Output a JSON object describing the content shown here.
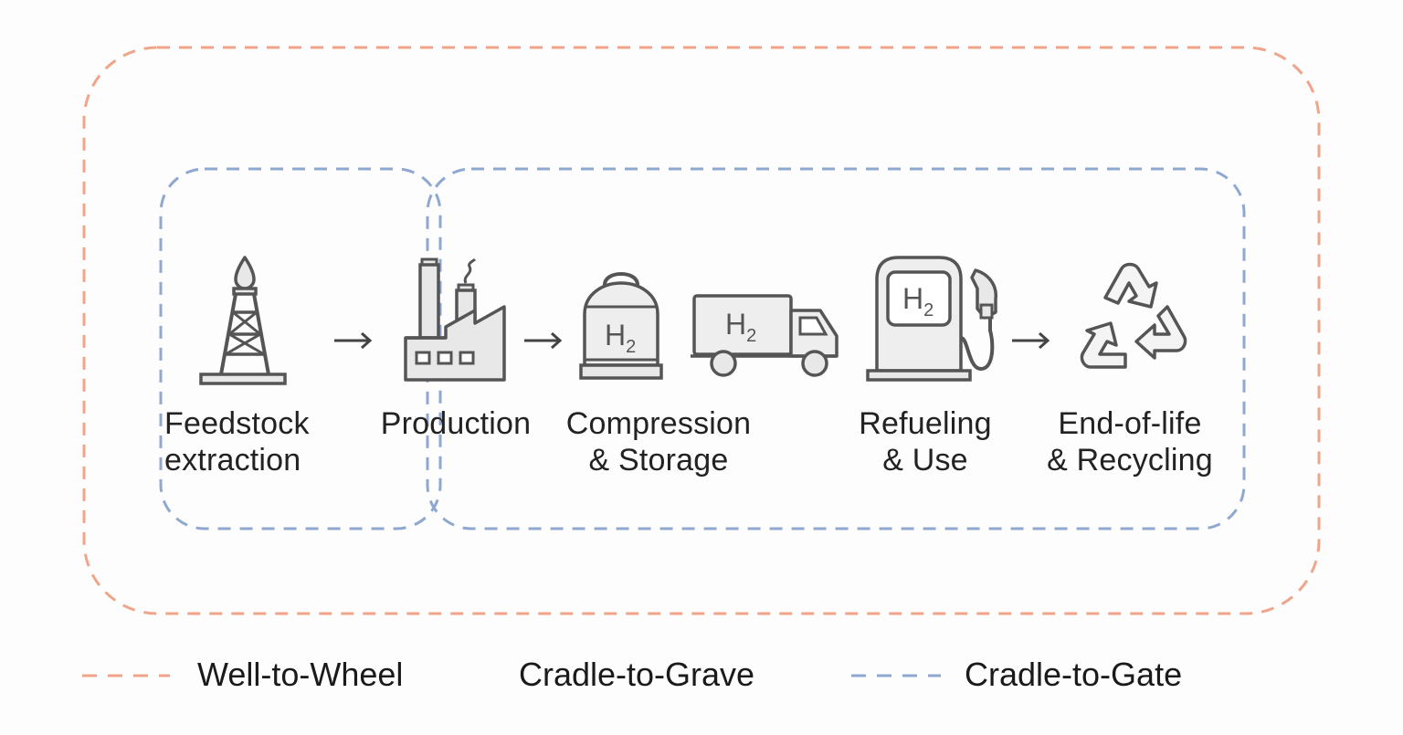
{
  "colors": {
    "well_to_wheel": "#f0a58a",
    "cradle_to_gate": "#8fa8d0",
    "icon_stroke": "#555555",
    "icon_fill": "#eeeeee"
  },
  "stages": [
    {
      "line1": "Feedstock",
      "line2": "extraction",
      "icon": "oil-derrick-icon"
    },
    {
      "line1": "Production",
      "line2": "",
      "icon": "factory-icon"
    },
    {
      "line1": "Compression",
      "line2": "& Storage",
      "icon": "gas-tank-icon"
    },
    {
      "line1": "",
      "line2": "",
      "icon": "hydrogen-truck-icon"
    },
    {
      "line1": "Refueling",
      "line2": "& Use",
      "icon": "fuel-pump-icon"
    },
    {
      "line1": "End-of-life",
      "line2": "& Recycling",
      "icon": "recycle-icon"
    }
  ],
  "h2_symbol": {
    "base": "H",
    "subscript": "2"
  },
  "legend": [
    {
      "label": "Well-to-Wheel",
      "style": "dashed-orange"
    },
    {
      "label": "Cradle-to-Grave",
      "style": "none"
    },
    {
      "label": "Cradle-to-Gate",
      "style": "dashed-blue"
    }
  ]
}
